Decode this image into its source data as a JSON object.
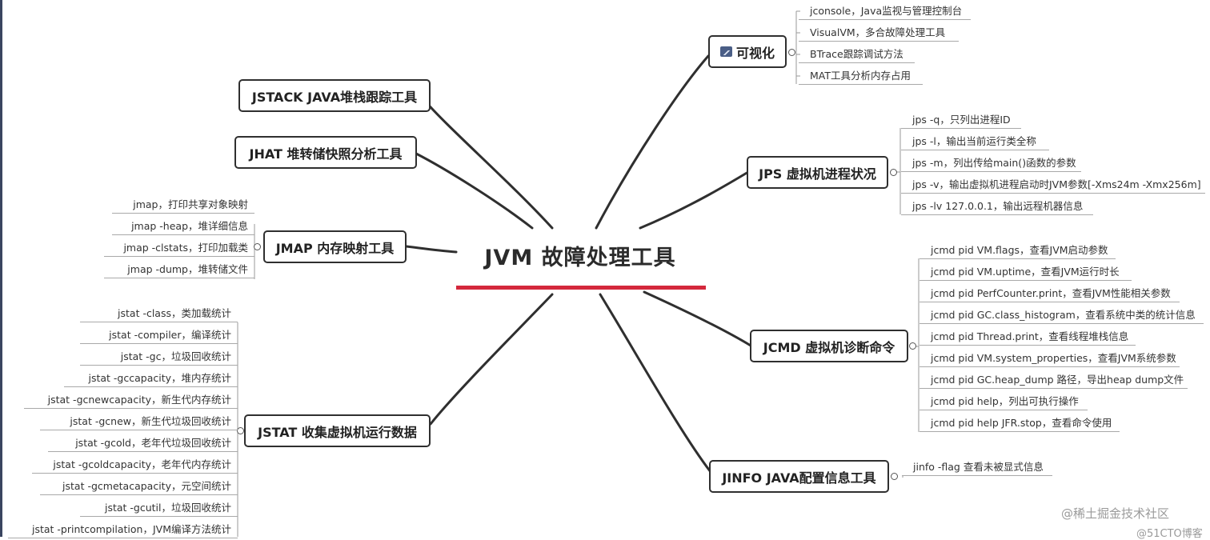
{
  "center": {
    "title": "JVM 故障处理工具"
  },
  "branches": {
    "visual": {
      "label": "可视化",
      "icon": "chart-image-icon",
      "items": [
        "jconsole，Java监视与管理控制台",
        "VisualVM，多合故障处理工具",
        "BTrace跟踪调试方法",
        "MAT工具分析内存占用"
      ]
    },
    "jps": {
      "label": "JPS 虚拟机进程状况",
      "items": [
        "jps -q，只列出进程ID",
        "jps -l，输出当前运行类全称",
        "jps -m，列出传给main()函数的参数",
        "jps -v，输出虚拟机进程启动时JVM参数[-Xms24m -Xmx256m]",
        "jps -lv 127.0.0.1，输出远程机器信息"
      ]
    },
    "jcmd": {
      "label": "JCMD 虚拟机诊断命令",
      "items": [
        "jcmd pid VM.flags，查看JVM启动参数",
        "jcmd pid VM.uptime，查看JVM运行时长",
        "jcmd pid PerfCounter.print，查看JVM性能相关参数",
        "jcmd pid GC.class_histogram，查看系统中类的统计信息",
        "jcmd pid Thread.print，查看线程堆栈信息",
        "jcmd pid VM.system_properties，查看JVM系统参数",
        "jcmd pid GC.heap_dump 路径，导出heap dump文件",
        "jcmd pid help，列出可执行操作",
        "jcmd pid help JFR.stop，查看命令使用"
      ]
    },
    "jinfo": {
      "label": "JINFO JAVA配置信息工具",
      "items": [
        "jinfo -flag 查看未被显式信息"
      ]
    },
    "jstack": {
      "label": "JSTACK JAVA堆栈跟踪工具",
      "items": []
    },
    "jhat": {
      "label": "JHAT 堆转储快照分析工具",
      "items": []
    },
    "jmap": {
      "label": "JMAP 内存映射工具",
      "items": [
        "jmap，打印共享对象映射",
        "jmap -heap，堆详细信息",
        "jmap -clstats，打印加载类",
        "jmap -dump，堆转储文件"
      ]
    },
    "jstat": {
      "label": "JSTAT 收集虚拟机运行数据",
      "items": [
        "jstat -class，类加载统计",
        "jstat -compiler，编译统计",
        "jstat -gc，垃圾回收统计",
        "jstat -gccapacity，堆内存统计",
        "jstat -gcnewcapacity，新生代内存统计",
        "jstat -gcnew，新生代垃圾回收统计",
        "jstat -gcold，老年代垃圾回收统计",
        "jstat -gcoldcapacity，老年代内存统计",
        "jstat -gcmetacapacity，元空间统计",
        "jstat -gcutil，垃圾回收统计",
        "jstat -printcompilation，JVM编译方法统计"
      ]
    }
  },
  "watermark": {
    "text1": "@稀土掘金技术社区",
    "text2": "@51CTO博客"
  },
  "colors": {
    "accent": "#d4283c",
    "line": "#2f2f2f"
  }
}
